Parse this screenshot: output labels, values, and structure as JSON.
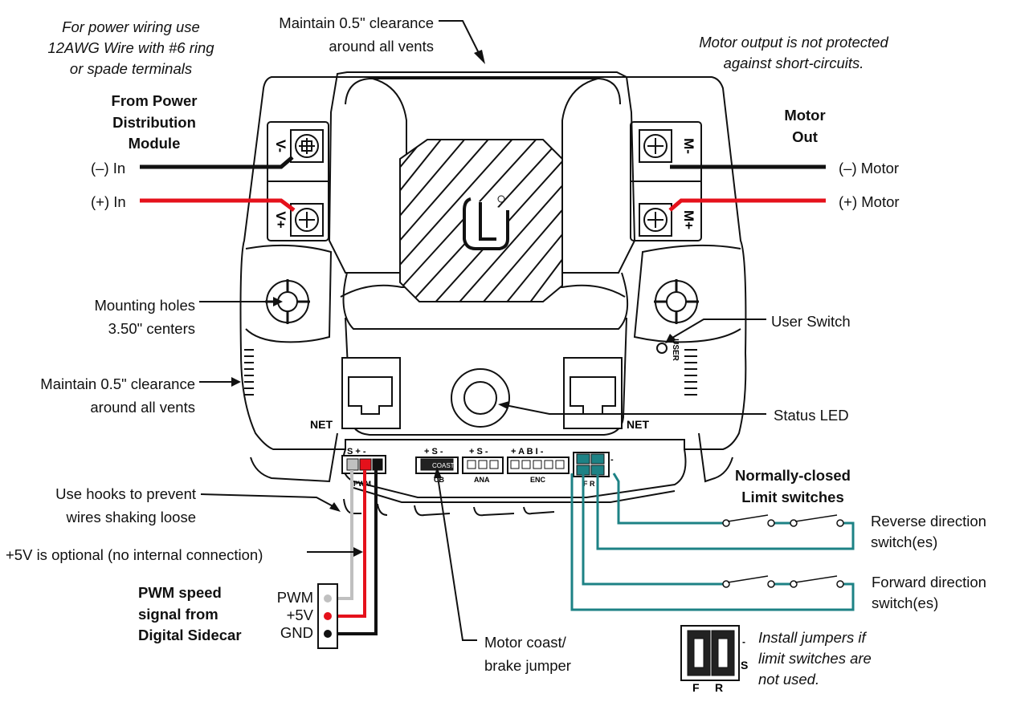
{
  "notes": {
    "power_wiring": [
      "For power wiring use",
      "12AWG Wire with #6 ring",
      "or spade terminals"
    ],
    "clearance_top": [
      "Maintain 0.5\" clearance",
      "around all vents"
    ],
    "motor_protect": [
      "Motor output is not protected",
      "against short-circuits."
    ],
    "clearance_side": [
      "Maintain 0.5\" clearance",
      "around all vents"
    ],
    "jumpers": [
      "Install jumpers if",
      "limit switches are",
      "not used."
    ]
  },
  "power_in": {
    "title": [
      "From Power",
      "Distribution",
      "Module"
    ],
    "neg": "(–) In",
    "pos": "(+) In"
  },
  "motor_out": {
    "title": [
      "Motor",
      "Out"
    ],
    "neg": "(–) Motor",
    "pos": "(+) Motor"
  },
  "callouts": {
    "mounting": [
      "Mounting holes",
      "3.50\" centers"
    ],
    "user_switch": "User Switch",
    "status_led": "Status LED",
    "hooks": [
      "Use hooks to prevent",
      "wires shaking loose"
    ],
    "plus5v": "+5V is optional (no internal connection)",
    "coast": [
      "Motor coast/",
      "brake jumper"
    ]
  },
  "pwm_signal": {
    "title": [
      "PWM speed",
      "signal from",
      "Digital Sidecar"
    ],
    "pins": [
      "PWM",
      "+5V",
      "GND"
    ]
  },
  "limit": {
    "title": [
      "Normally-closed",
      "Limit switches"
    ],
    "reverse": [
      "Reverse direction",
      "switch(es)"
    ],
    "forward": [
      "Forward direction",
      "switch(es)"
    ]
  },
  "device": {
    "terminals": [
      "V-",
      "V+",
      "M-",
      "M+"
    ],
    "net": "NET",
    "headers": {
      "pwm_pins": "S + -",
      "pwm_sub": "PWM",
      "cb_pins": "+ S -",
      "cb_label": "CB",
      "cb_jumper": "COAST",
      "ana_pins": "+ S -",
      "ana_label": "ANA",
      "enc_pins": "+ A B I -",
      "enc_label": "ENC",
      "lim_label": "F R",
      "lim_sign": "-"
    },
    "user_switch_text": "USER",
    "jumper_legend": {
      "s": "S",
      "minus": "-",
      "f": "F",
      "r": "R"
    }
  },
  "colors": {
    "neg_wire": "#111111",
    "pos_wire": "#e5111b",
    "signal_wire": "#c0c0c0",
    "limit_wire": "#1d8285",
    "jumper_fill": "#1d8285"
  }
}
